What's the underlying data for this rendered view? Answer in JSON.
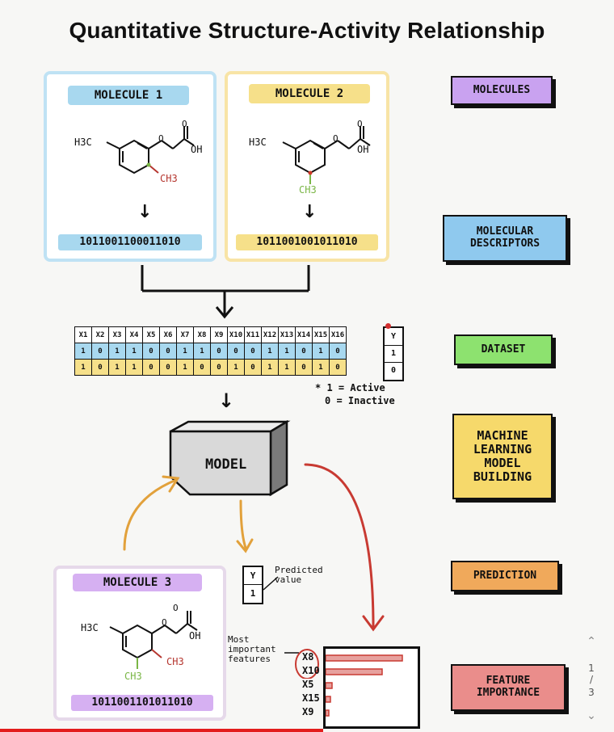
{
  "title": "Quantitative Structure-Activity Relationship",
  "molecule1": {
    "label": "MOLECULE 1",
    "binary": "1011001100011010"
  },
  "molecule2": {
    "label": "MOLECULE 2",
    "binary": "1011001001011010"
  },
  "molecule3": {
    "label": "MOLECULE 3",
    "binary": "1011001101011010"
  },
  "chem": {
    "methyl_left": "H3C",
    "oh": "OH",
    "o": "O",
    "ch3": "CH3"
  },
  "dataset": {
    "headers": [
      "X1",
      "X2",
      "X3",
      "X4",
      "X5",
      "X6",
      "X7",
      "X8",
      "X9",
      "X10",
      "X11",
      "X12",
      "X13",
      "X14",
      "X15",
      "X16"
    ],
    "y_header": "Y",
    "row1": [
      "1",
      "0",
      "1",
      "1",
      "0",
      "0",
      "1",
      "1",
      "0",
      "0",
      "0",
      "1",
      "1",
      "0",
      "1",
      "0"
    ],
    "row2": [
      "1",
      "0",
      "1",
      "1",
      "0",
      "0",
      "1",
      "0",
      "0",
      "1",
      "0",
      "1",
      "1",
      "0",
      "1",
      "0"
    ],
    "y_values": [
      "1",
      "0"
    ],
    "legend_active": "* 1 = Active",
    "legend_inactive": "0 = Inactive"
  },
  "model_label": "MODEL",
  "prediction": {
    "y_header": "Y",
    "y_value": "1",
    "label": "Predicted value"
  },
  "features": {
    "label": "Most important features",
    "items": [
      "X8",
      "X10",
      "X5",
      "X15",
      "X9"
    ],
    "importance": [
      0.95,
      0.7,
      0.08,
      0.06,
      0.04
    ]
  },
  "sidebar": {
    "molecules": "MOLECULES",
    "descriptors": "MOLECULAR DESCRIPTORS",
    "dataset": "DATASET",
    "ml": "MACHINE LEARNING MODEL BUILDING",
    "prediction": "PREDICTION",
    "feature_importance": "FEATURE IMPORTANCE"
  },
  "colors": {
    "blue": "#a8d8ef",
    "yellow": "#f6e08a",
    "purple": "#d6b0f2",
    "sidebar_purple": "#c9a2f0",
    "sidebar_blue": "#8fc9ee",
    "sidebar_green": "#8de26f",
    "sidebar_yellow": "#f6d96b",
    "sidebar_orange": "#f0a95b",
    "sidebar_red": "#ea8d8b",
    "arrow_orange": "#e2a13b",
    "arrow_red": "#c83a32"
  },
  "pager": {
    "current": "1",
    "total": "3"
  }
}
